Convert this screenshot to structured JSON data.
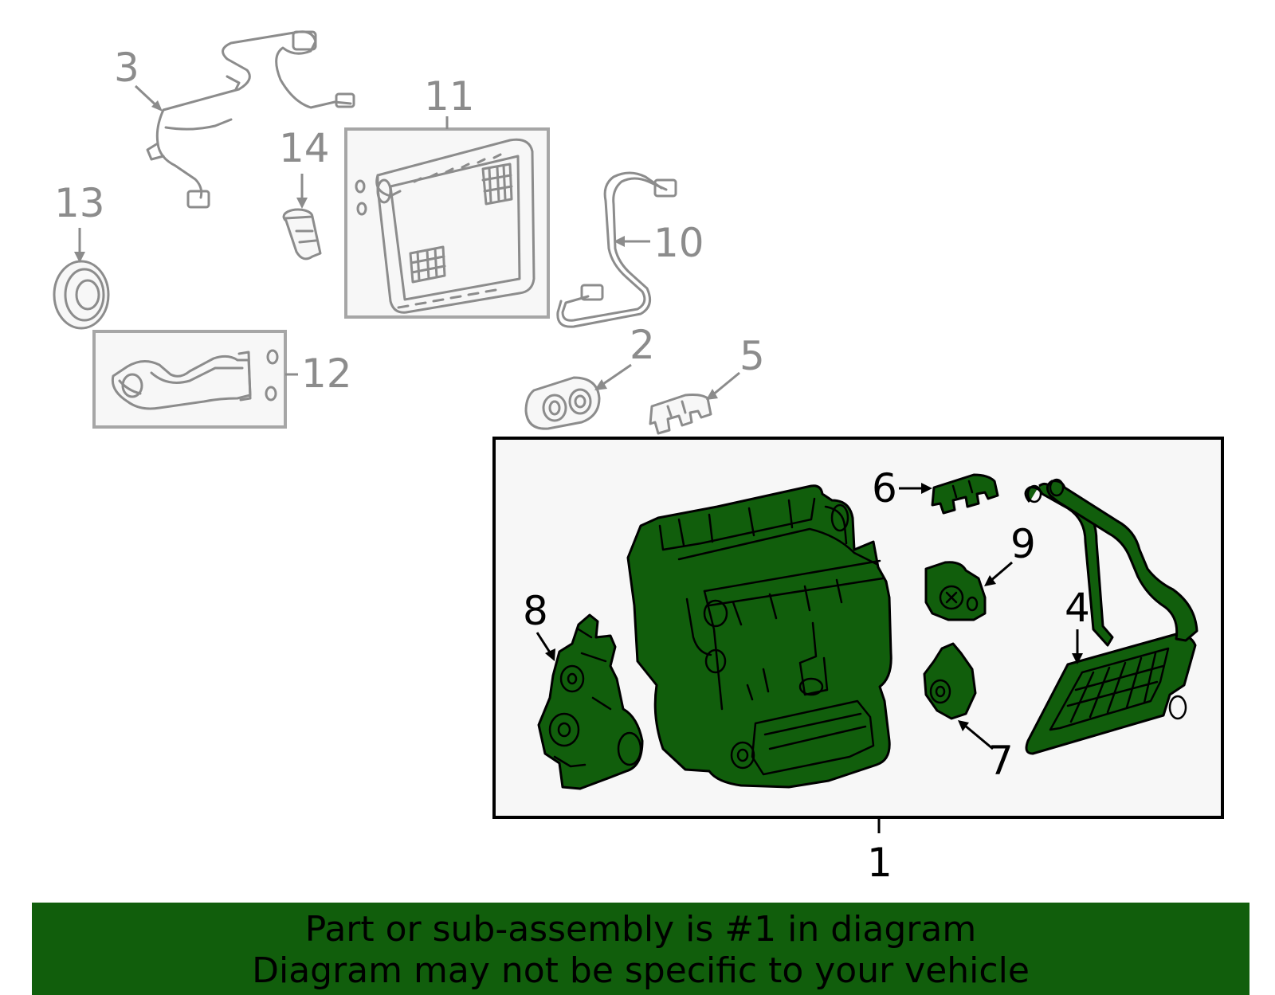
{
  "callouts": {
    "c1": "1",
    "c2": "2",
    "c3": "3",
    "c4": "4",
    "c5": "5",
    "c6": "6",
    "c7": "7",
    "c8": "8",
    "c9": "9",
    "c10": "10",
    "c11": "11",
    "c12": "12",
    "c13": "13",
    "c14": "14"
  },
  "banner": {
    "line1": "Part or sub-assembly is #1 in diagram",
    "line2": "Diagram may not be specific to your vehicle"
  },
  "colors": {
    "highlight": "#115e0c",
    "muted": "#8c8c8c",
    "background": "#ffffff"
  }
}
